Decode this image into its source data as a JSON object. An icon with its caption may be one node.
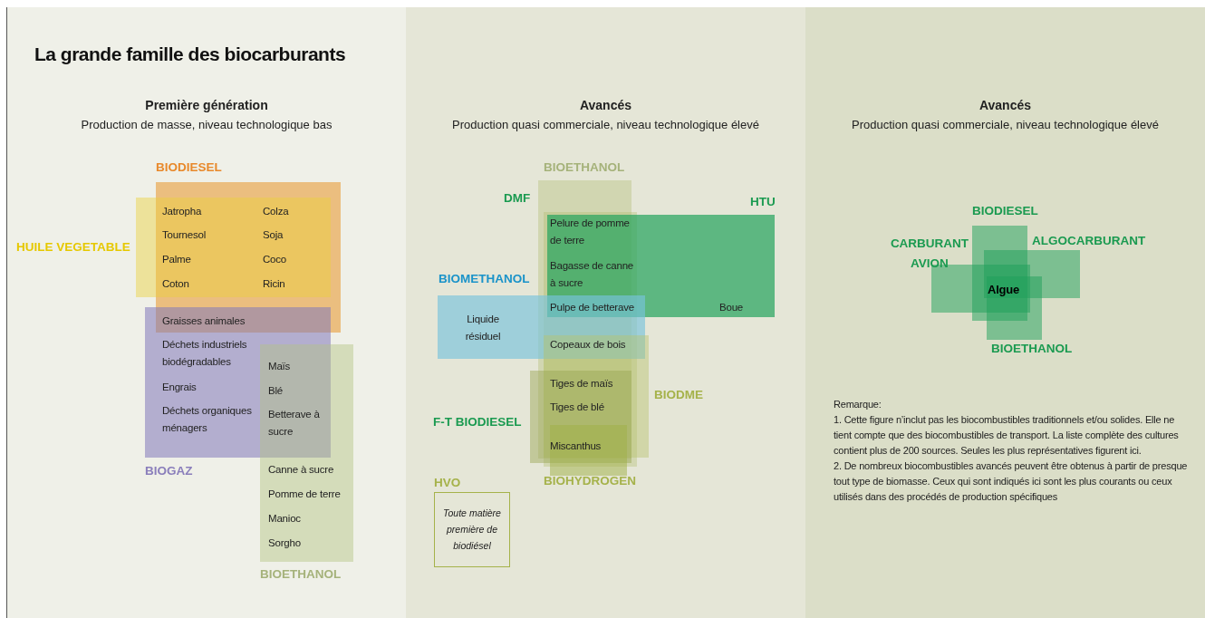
{
  "diagram": {
    "title": "La grande famille des biocarburants",
    "nodes": [
      {
        "text": [
          "Première génération",
          "Production de masse, niveau technologique bas"
        ]
      },
      {
        "text": [
          "Avancés",
          "Production quasi commerciale, niveau technologique élevé"
        ]
      },
      {
        "text": [
          "Avancés",
          "Production quasi commerciale, niveau technologique élevé"
        ]
      },
      {
        "text": [
          "BIODIESEL"
        ],
        "in": 0
      },
      {
        "text": [
          "HUILE VEGETABLE"
        ],
        "in": 0
      },
      {
        "text": [
          "BIOGAZ"
        ],
        "in": 0
      },
      {
        "text": [
          "BIOETHANOL"
        ],
        "in": 0
      },
      {
        "text": [
          "BIOETHANOL"
        ],
        "in": 1
      },
      {
        "text": [
          "DMF"
        ],
        "in": 1
      },
      {
        "text": [
          "HTU"
        ],
        "in": 1
      },
      {
        "text": [
          "BIOMETHANOL"
        ],
        "in": 1
      },
      {
        "text": [
          "BIODME"
        ],
        "in": 1
      },
      {
        "text": [
          "F-T BIODIESEL"
        ],
        "in": 1
      },
      {
        "text": [
          "BIOHYDROGEN"
        ],
        "in": 1
      },
      {
        "text": [
          "HVO",
          "Toute matière première de biodiésel"
        ],
        "in": 1
      },
      {
        "text": [
          "BIODIESEL"
        ],
        "in": 2
      },
      {
        "text": [
          "CARBURANT AVION"
        ],
        "in": 2
      },
      {
        "text": [
          "ALGOCARBURANT"
        ],
        "in": 2
      },
      {
        "text": [
          "BIOETHANOL"
        ],
        "in": 2
      }
    ],
    "labels": [
      "Jatropha",
      "Colza",
      "Tournesol",
      "Soja",
      "Palme",
      "Coco",
      "Coton",
      "Ricin",
      "Graisses animales",
      "Déchets industriels biodégradables",
      "Maïs",
      "Engrais",
      "Blé",
      "Déchets organiques ménagers",
      "Betterave à sucre",
      "Canne à sucre",
      "Pomme de terre",
      "Manioc",
      "Sorgho",
      "Pelure de pomme de terre",
      "Bagasse de canne à sucre",
      "Pulpe de betterave",
      "Boue",
      "Liquide résiduel",
      "Copeaux de bois",
      "Tiges de maïs",
      "Tiges de blé",
      "Miscanthus",
      "Algue",
      "Remarque:",
      "1. Cette figure n’inclut pas les biocombustibles traditionnels et/ou solides. Elle ne tient compte que des biocombustibles de transport. La liste complète des cultures contient plus de 200 sources. Seules les plus représentatives figurent ici.",
      "2. De nombreux biocombustibles avancés peuvent être obtenus à partir de presque tout type de biomasse. Ceux qui sont indiqués ici sont les plus courants ou ceux utilisés dans des procédés de production spécifiques"
    ]
  }
}
